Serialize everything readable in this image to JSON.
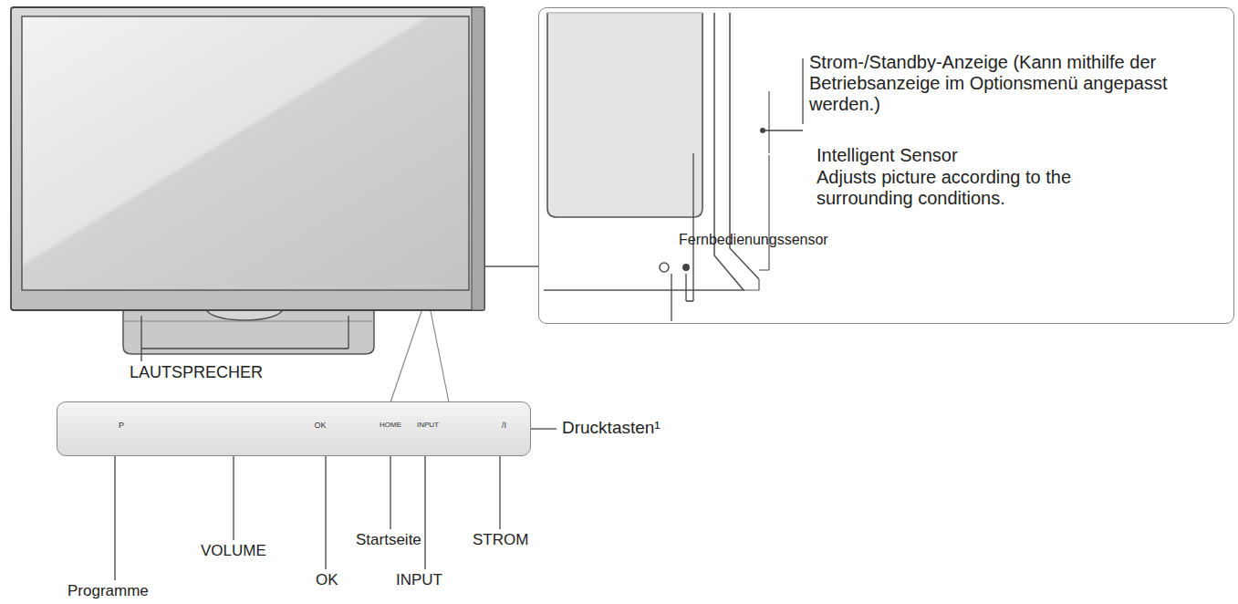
{
  "diagram": {
    "nodes": [
      {
        "text": [
          "Strom-/Standby-Anzeige (Kann mithilfe der Betriebsanzeige im Optionsmenü angepasst werden.)",
          "Intelligent Sensor",
          "Adjusts picture according to the surrounding conditions.",
          "Fernbedienungssensor"
        ]
      },
      {
        "text": [
          "P",
          "OK",
          "HOME",
          "INPUT",
          "/I"
        ]
      }
    ],
    "labels": [
      "LAUTSPRECHER",
      "Drucktasten¹",
      "Programme",
      "VOLUME",
      "OK",
      "Startseite",
      "INPUT",
      "STROM"
    ]
  }
}
